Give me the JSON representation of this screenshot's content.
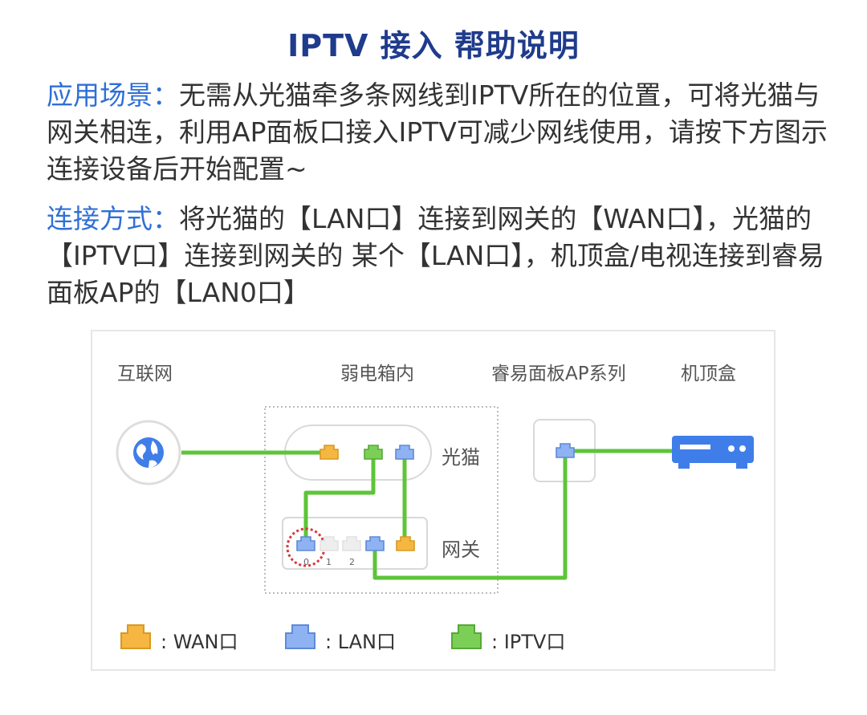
{
  "title": "IPTV 接入 帮助说明",
  "scenario": {
    "label": "应用场景：",
    "text": "无需从光猫牵多条网线到IPTV所在的位置，可将光猫与网关相连，利用AP面板口接入IPTV可减少网线使用，请按下方图示连接设备后开始配置~"
  },
  "connection": {
    "label": "连接方式：",
    "text": "将光猫的【LAN口】连接到网关的【WAN口】，光猫的【IPTV口】连接到网关的 某个【LAN口】，机顶盒/电视连接到睿易面板AP的【LAN0口】"
  },
  "diagram": {
    "columns": {
      "internet": "互联网",
      "box": "弱电箱内",
      "panel_ap": "睿易面板AP系列",
      "stb": "机顶盒"
    },
    "devices": {
      "modem": "光猫",
      "gateway": "网关"
    },
    "gateway_ports": [
      "0",
      "1",
      "2"
    ],
    "icons": {
      "internet": "globe-icon",
      "stb": "set-top-box-icon",
      "port": "ethernet-port-icon"
    },
    "legend": [
      {
        "label": ": WAN口",
        "color": "#f5b642"
      },
      {
        "label": ": LAN口",
        "color": "#8fb2f2"
      },
      {
        "label": ": IPTV口",
        "color": "#7ccf56"
      }
    ],
    "colors": {
      "cable": "#5ec43a",
      "wan": "#f5b642",
      "lan": "#8fb2f2",
      "iptv": "#7ccf56",
      "globe": "#3f7ee8",
      "stb": "#3f7ee8",
      "highlight": "#d9363e",
      "title": "#1f3b8c",
      "label": "#2f6fd6"
    }
  }
}
